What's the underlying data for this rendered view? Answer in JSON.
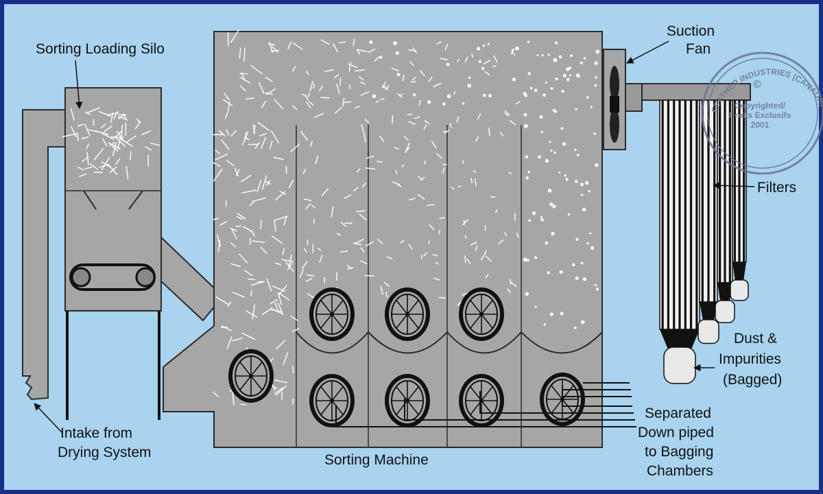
{
  "labels": {
    "silo": "Sorting Loading Silo",
    "fan_line1": "Suction",
    "fan_line2": "Fan",
    "filters": "Filters",
    "dust_line1": "Dust &",
    "dust_line2": "Impurities",
    "dust_line3": "(Bagged)",
    "separated_line1": "Separated",
    "separated_line2": "Down piped",
    "separated_line3": "to Bagging",
    "separated_line4": "Chambers",
    "intake_line1": "Intake from",
    "intake_line2": "Drying System",
    "machine": "Sorting Machine"
  },
  "stamp": {
    "arc_text": "FEATHER INDUSTRIES (CANADA) LIMITED",
    "symbol": "©",
    "line1": "Copyrighted/",
    "line2": "Droits Exclusifs",
    "year": "2001"
  },
  "colors": {
    "background": "#a9d3ef",
    "frame": "#1a2f86",
    "machine_fill": "#a6a6a6",
    "outline": "#2b2b2b",
    "feathers": "#ffffff",
    "bag": "#e9e9e9"
  }
}
